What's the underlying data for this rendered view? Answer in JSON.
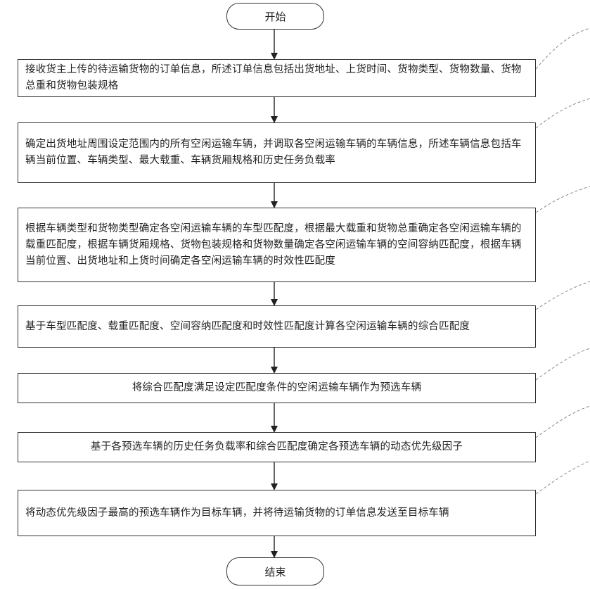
{
  "diagram": {
    "start_label": "开始",
    "end_label": "结束",
    "steps": [
      "接收货主上传的待运输货物的订单信息，所述订单信息包括出货地址、上货时间、货物类型、货物数量、货物总重和货物包装规格",
      "确定出货地址周围设定范围内的所有空闲运输车辆，并调取各空闲运输车辆的车辆信息，所述车辆信息包括车辆当前位置、车辆类型、最大载重、车辆货厢规格和历史任务负载率",
      "根据车辆类型和货物类型确定各空闲运输车辆的车型匹配度，根据最大载重和货物总重确定各空闲运输车辆的载重匹配度，根据车辆货厢规格、货物包装规格和货物数量确定各空闲运输车辆的空间容纳匹配度，根据车辆当前位置、出货地址和上货时间确定各空闲运输车辆的时效性匹配度",
      "基于车型匹配度、载重匹配度、空间容纳匹配度和时效性匹配度计算各空闲运输车辆的综合匹配度",
      "将综合匹配度满足设定匹配度条件的空闲运输车辆作为预选车辆",
      "基于各预选车辆的历史任务负载率和综合匹配度确定各预选车辆的动态优先级因子",
      "将动态优先级因子最高的预选车辆作为目标车辆，并将待运输货物的订单信息发送至目标车辆"
    ]
  }
}
